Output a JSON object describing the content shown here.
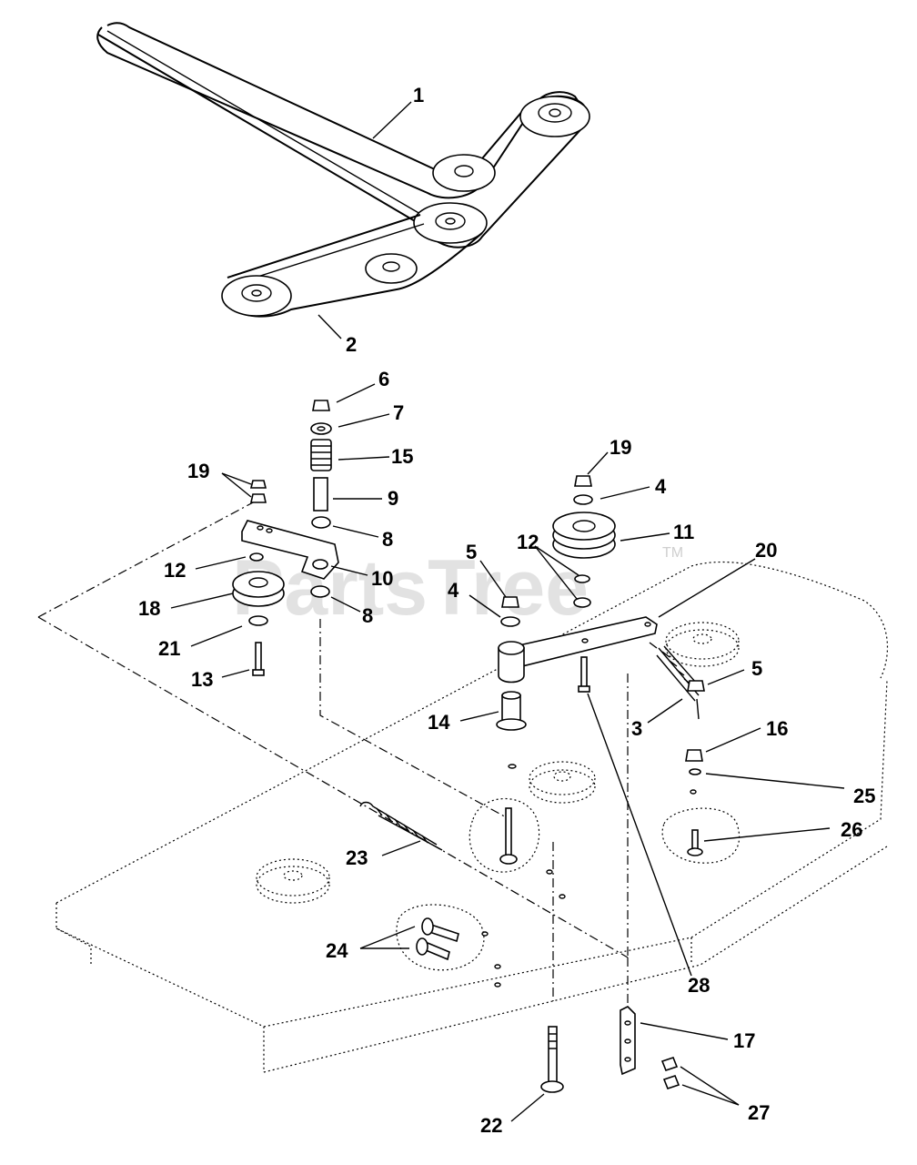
{
  "watermark": {
    "text": "PartsTree",
    "tm": "TM"
  },
  "callouts": {
    "c1": "1",
    "c2": "2",
    "c3": "3",
    "c4a": "4",
    "c4b": "4",
    "c5a": "5",
    "c5b": "5",
    "c6": "6",
    "c7": "7",
    "c8a": "8",
    "c8b": "8",
    "c9": "9",
    "c10": "10",
    "c11": "11",
    "c12a": "12",
    "c12b": "12",
    "c13": "13",
    "c14": "14",
    "c15": "15",
    "c16": "16",
    "c17": "17",
    "c18": "18",
    "c19a": "19",
    "c19b": "19",
    "c20": "20",
    "c21": "21",
    "c22": "22",
    "c23": "23",
    "c24": "24",
    "c25": "25",
    "c26": "26",
    "c27": "27",
    "c28": "28"
  }
}
